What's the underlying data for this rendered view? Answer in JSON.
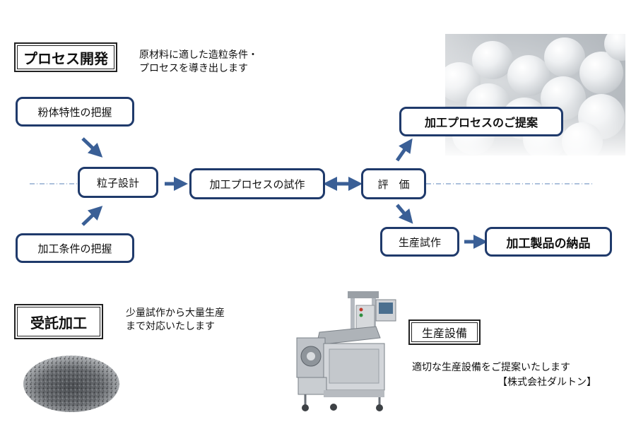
{
  "sections": {
    "process_dev": {
      "title": "プロセス開発",
      "desc_line1": "原材料に適した造粒条件・",
      "desc_line2": "プロセスを導き出します"
    },
    "contract": {
      "title": "受託加工",
      "desc_line1": "少量試作から大量生産",
      "desc_line2": "まで対応いたします"
    },
    "equipment": {
      "title": "生産設備",
      "desc_line1": "適切な生産設備をご提案いたします",
      "desc_line2": "【株式会社ダルトン】"
    }
  },
  "flow": {
    "powder_props": "粉体特性の把握",
    "process_conditions": "加工条件の把握",
    "particle_design": "粒子設計",
    "trial_process": "加工プロセスの試作",
    "evaluation": "評　価",
    "proposal": "加工プロセスのご提案",
    "trial_production": "生産試作",
    "delivery": "加工製品の納品"
  },
  "colors": {
    "node_border": "#1f3a6b",
    "arrow": "#3a5f96",
    "dashdot_line": "#7a9cc6"
  }
}
